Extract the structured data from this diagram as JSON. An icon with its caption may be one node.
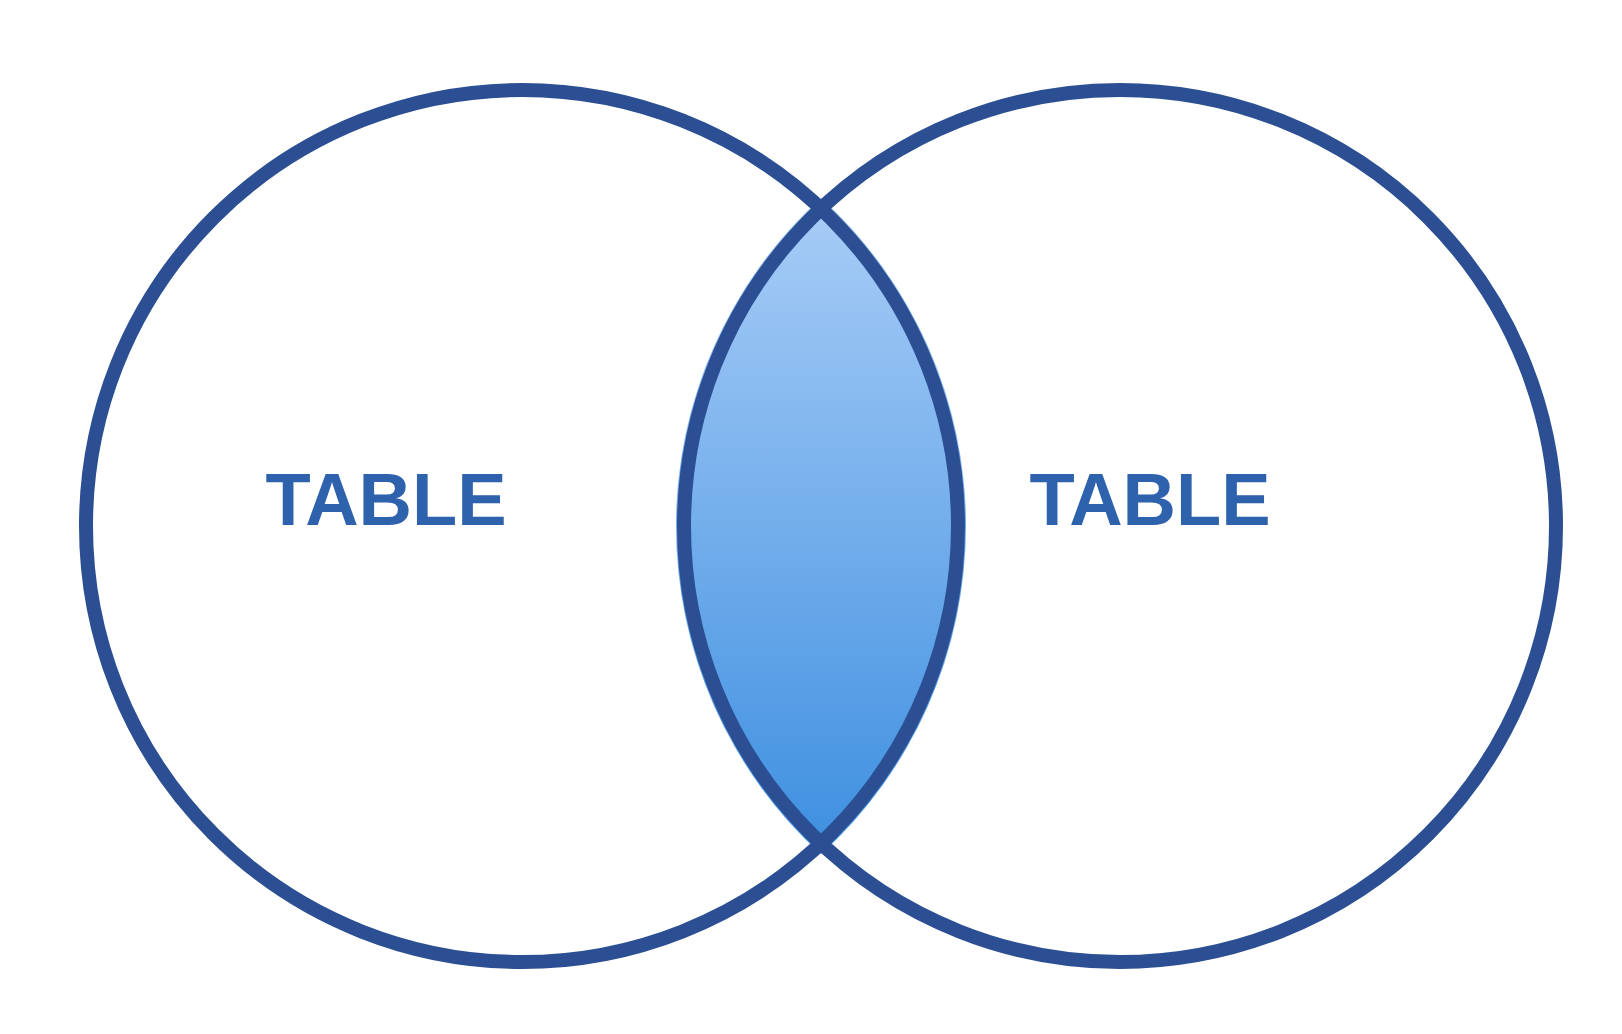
{
  "diagram": {
    "nodes": [
      {
        "text": [
          "TABLE"
        ]
      },
      {
        "text": [
          "TABLE"
        ]
      },
      {
        "text": [],
        "shape": "lens"
      }
    ]
  }
}
